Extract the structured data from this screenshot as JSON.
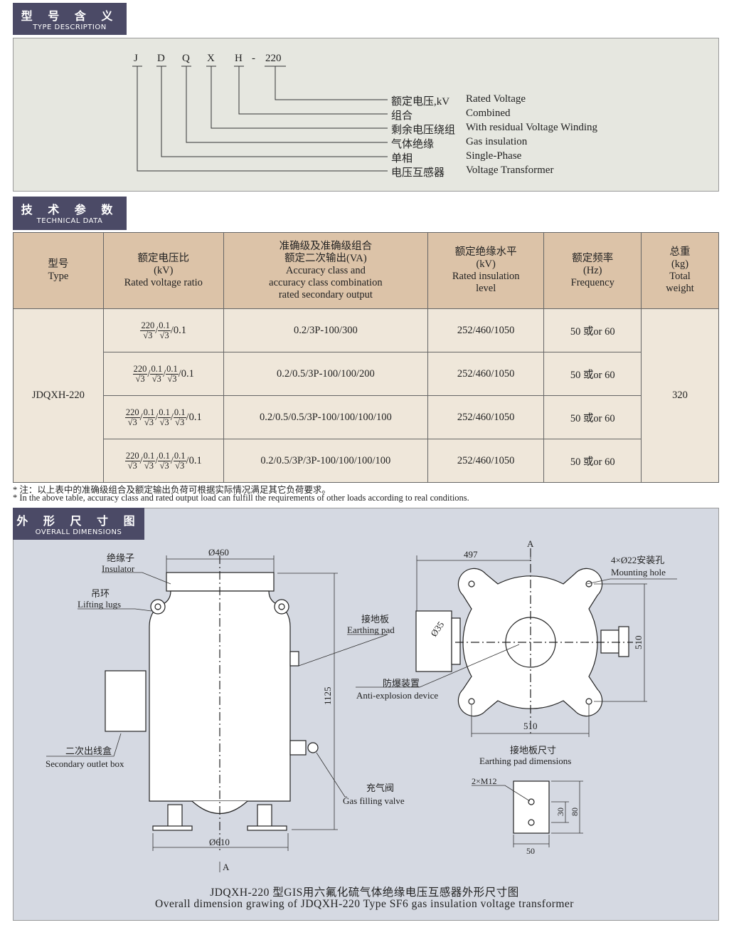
{
  "type_section": {
    "title_cn": "型 号 含 义",
    "title_en": "TYPE DESCRIPTION",
    "code_letters": [
      "J",
      "D",
      "Q",
      "X",
      "H",
      "-",
      "220"
    ],
    "meanings": [
      {
        "cn": "额定电压,kV",
        "en": "Rated  Voltage"
      },
      {
        "cn": "组合",
        "en": "Combined"
      },
      {
        "cn": "剩余电压绕组",
        "en": "With  residual  Voltage  Winding"
      },
      {
        "cn": "气体绝缘",
        "en": "Gas  insulation"
      },
      {
        "cn": "单相",
        "en": "Single-Phase"
      },
      {
        "cn": "电压互感器",
        "en": "Voltage  Transformer"
      }
    ]
  },
  "tech_section": {
    "title_cn": "技 术 参 数",
    "title_en": "TECHNICAL DATA",
    "headers": [
      [
        "型号",
        "Type"
      ],
      [
        "额定电压比",
        "(kV)",
        "Rated  voltage  ratio"
      ],
      [
        "准确级及准确级组合",
        "额定二次输出(VA)",
        "Accuracy  class  and",
        "accuracy  class  combination",
        "rated  secondary  output"
      ],
      [
        "额定绝缘水平",
        "(kV)",
        "Rated  insulation",
        "level"
      ],
      [
        "额定频率",
        "(Hz)",
        "Frequency"
      ],
      [
        "总重",
        "(kg)",
        "Total",
        "weight"
      ]
    ],
    "type": "JDQXH-220",
    "weight": "320",
    "ratio_parts": {
      "primary": "220",
      "secondary": "0.1",
      "root": "√3",
      "residual": "0.1"
    },
    "rows": [
      {
        "secondaries": 1,
        "accuracy": "0.2/3P-100/300",
        "insulation": "252/460/1050",
        "frequency": "50  或or  60"
      },
      {
        "secondaries": 2,
        "accuracy": "0.2/0.5/3P-100/100/200",
        "insulation": "252/460/1050",
        "frequency": "50  或or  60"
      },
      {
        "secondaries": 3,
        "accuracy": "0.2/0.5/0.5/3P-100/100/100/100",
        "insulation": "252/460/1050",
        "frequency": "50  或or  60"
      },
      {
        "secondaries": 3,
        "accuracy": "0.2/0.5/3P/3P-100/100/100/100",
        "insulation": "252/460/1050",
        "frequency": "50  或or  60"
      }
    ],
    "note_cn": "* 注：以上表中的准确级组合及额定输出负荷可根据实际情况满足其它负荷要求。",
    "note_en": "* In the above table, accuracy class and rated output load can fulfill the requirements of other loads according to real conditions."
  },
  "dimensions_section": {
    "title_cn": "外 形 尺 寸 图",
    "title_en": "OVERALL DIMENSIONS",
    "labels": {
      "insulator_cn": "绝缘子",
      "insulator_en": "Insulator",
      "lugs_cn": "吊环",
      "lugs_en": "Lifting  lugs",
      "earth_cn": "接地板",
      "earth_en": "Earthing  pad",
      "outlet_cn": "二次出线盒",
      "outlet_en": "Secondary  outlet  box",
      "valve_cn": "充气阀",
      "valve_en": "Gas  filling  valve",
      "explosion_cn": "防爆装置",
      "explosion_en": "Anti-explosion  device",
      "mount_cn": "4×Ø22安装孔",
      "mount_en": "Mounting  hole",
      "pad_dim_cn": "接地板尺寸",
      "pad_dim_en": "Earthing  pad  dimensions",
      "m12": "2×M12",
      "section_a": "A"
    },
    "dims": {
      "d460": "Ø460",
      "h1125": "1125",
      "d610": "Ø610",
      "w497": "497",
      "w510": "510",
      "h510": "510",
      "d35": "Ø35",
      "p30": "30",
      "p80": "80",
      "p50": "50"
    },
    "caption_cn": "JDQXH-220 型GIS用六氟化硫气体绝缘电压互感器外形尺寸图",
    "caption_en": "Overall  dimension  grawing  of  JDQXH-220  Type  SF6  gas  insulation  voltage  transformer"
  }
}
